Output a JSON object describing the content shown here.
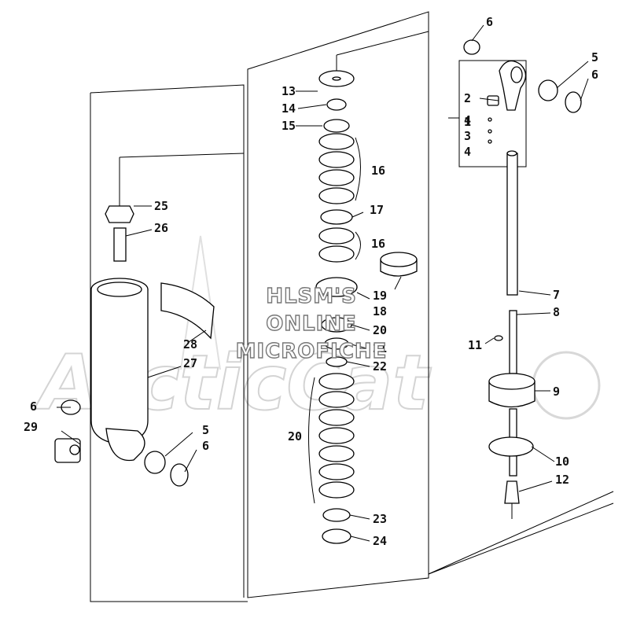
{
  "watermark": {
    "lines": [
      "HLSM'S",
      "ONLINE",
      "MICROFICHE"
    ],
    "logo_text": "ArcticCat"
  },
  "callouts": {
    "c1": "1",
    "c2": "2",
    "c3": "3",
    "c4a": "4",
    "c4b": "4",
    "c5a": "5",
    "c5b": "5",
    "c6a": "6",
    "c6b": "6",
    "c6c": "6",
    "c6d": "6",
    "c7": "7",
    "c8": "8",
    "c9": "9",
    "c10": "10",
    "c11": "11",
    "c12": "12",
    "c13": "13",
    "c14": "14",
    "c15": "15",
    "c16a": "16",
    "c16b": "16",
    "c17": "17",
    "c18": "18",
    "c19": "19",
    "c20a": "20",
    "c20b": "20",
    "c21": "21",
    "c22": "22",
    "c23": "23",
    "c24": "24",
    "c25": "25",
    "c26": "26",
    "c27": "27",
    "c28": "28",
    "c29": "29"
  }
}
